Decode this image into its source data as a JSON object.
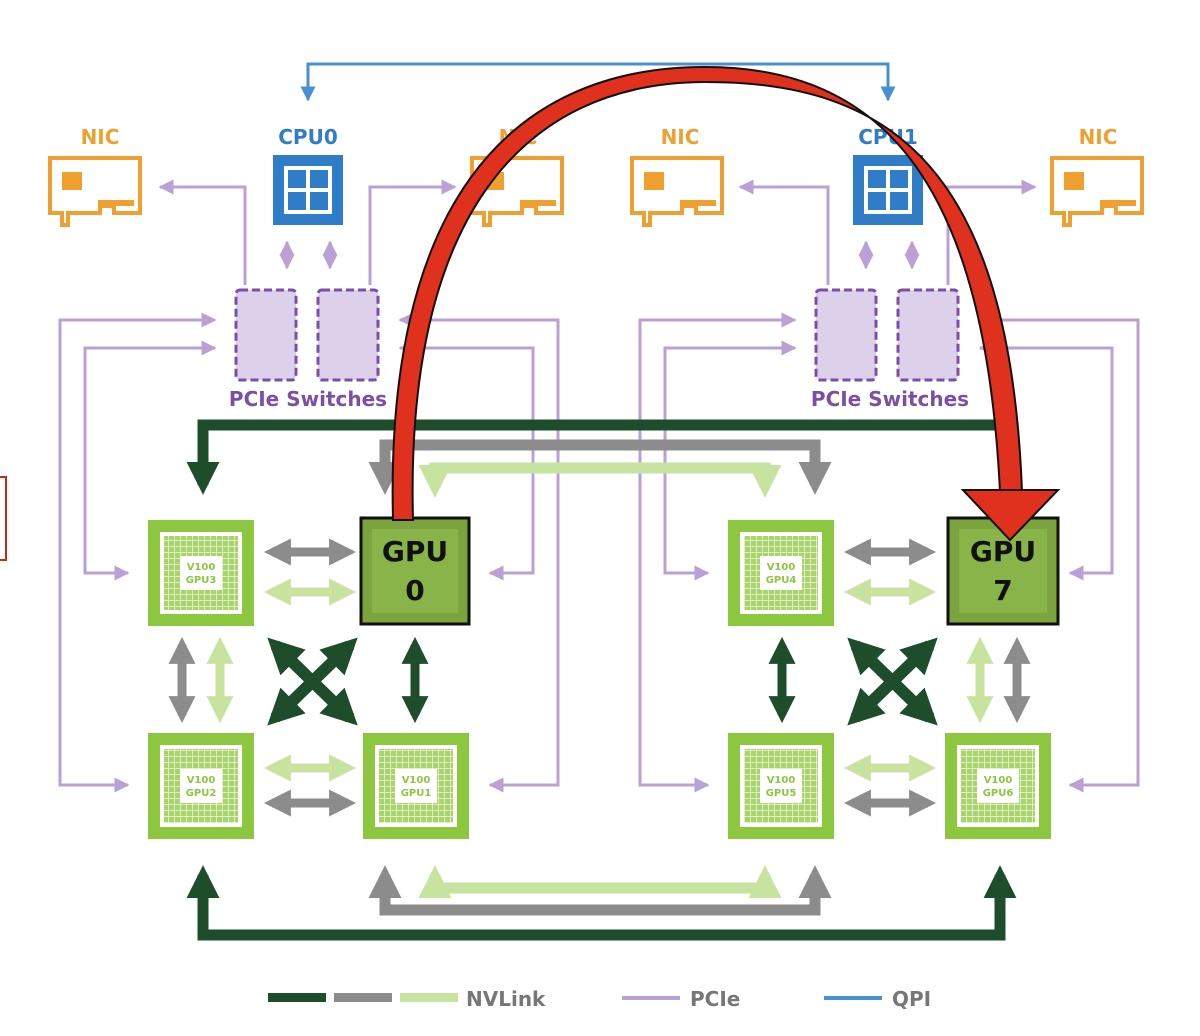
{
  "nics": [
    "NIC",
    "NIC",
    "NIC",
    "NIC"
  ],
  "cpus": [
    "CPU0",
    "CPU1"
  ],
  "switches": [
    "PCIe Switches",
    "PCIe Switches"
  ],
  "gpus": {
    "gpu3": [
      "V100",
      "GPU3"
    ],
    "gpu2": [
      "V100",
      "GPU2"
    ],
    "gpu1": [
      "V100",
      "GPU1"
    ],
    "gpu4": [
      "V100",
      "GPU4"
    ],
    "gpu5": [
      "V100",
      "GPU5"
    ],
    "gpu6": [
      "V100",
      "GPU6"
    ]
  },
  "highlight": {
    "gpu0": [
      "GPU",
      "0"
    ],
    "gpu7": [
      "GPU",
      "7"
    ]
  },
  "legend": {
    "nvlink": "NVLink",
    "pcie": "PCIe",
    "qpi": "QPI"
  },
  "colors": {
    "nvlink_dark": "#1e4d2b",
    "nvlink_gray": "#8c8c8c",
    "nvlink_light": "#c8e3a0",
    "pcie": "#b9a0d6",
    "qpi": "#4a8fd4",
    "nic": "#f0a030",
    "cpu": "#2f7dc8",
    "gpu": "#8dc63f",
    "arrow": "#e0301e"
  }
}
